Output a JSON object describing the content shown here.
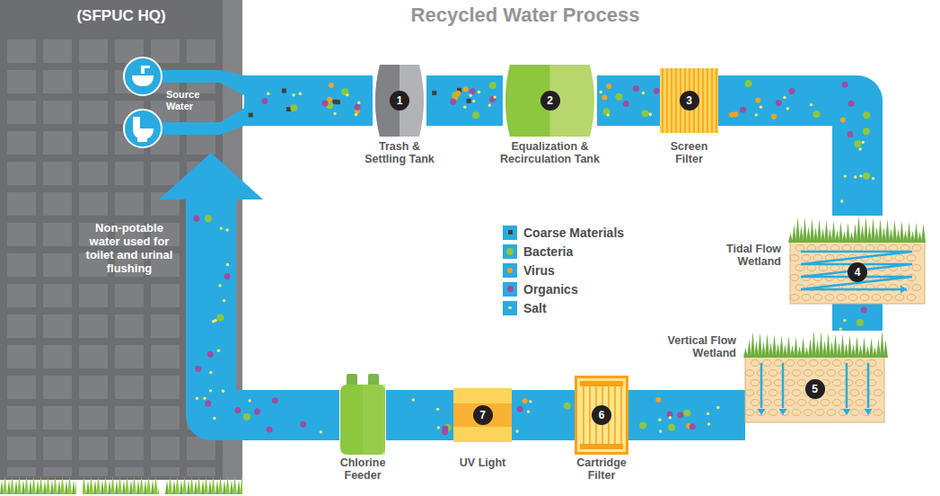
{
  "diagram": {
    "title": "Recycled Water Process",
    "nodes": [
      {
        "text": [
          "(SFPUC HQ)"
        ]
      },
      {
        "text": [
          "Source Water"
        ],
        "in": 0
      },
      {
        "text": [
          "1",
          "Trash & Settling Tank"
        ]
      },
      {
        "text": [
          "2",
          "Equalization & Recirculation Tank"
        ]
      },
      {
        "text": [
          "3",
          "Screen Filter"
        ]
      },
      {
        "text": [
          "4",
          "Tidal Flow Wetland"
        ]
      },
      {
        "text": [
          "5",
          "Vertical Flow Wetland"
        ]
      },
      {
        "text": [
          "6",
          "Cartridge Filter"
        ]
      },
      {
        "text": [
          "7",
          "UV Light"
        ]
      },
      {
        "text": [
          "Chlorine Feeder"
        ]
      }
    ],
    "edges": [
      {
        "from": 1,
        "to": 2,
        "arrow": "none"
      },
      {
        "from": 2,
        "to": 3,
        "arrow": "none"
      },
      {
        "from": 3,
        "to": 4,
        "arrow": "none"
      },
      {
        "from": 4,
        "to": 5,
        "arrow": "none"
      },
      {
        "from": 5,
        "to": 6,
        "arrow": "none"
      },
      {
        "from": 6,
        "to": 7,
        "arrow": "none"
      },
      {
        "from": 7,
        "to": 8,
        "arrow": "none"
      },
      {
        "from": 8,
        "to": 9,
        "arrow": "none"
      },
      {
        "from": 9,
        "to": 1,
        "arrow": "to"
      }
    ],
    "labels": [
      "Non-potable water used for toilet and urinal flushing"
    ],
    "legend": [
      {
        "text": "Coarse Materials",
        "color": "#414042"
      },
      {
        "text": "Bacteria",
        "color": "#8dc63f"
      },
      {
        "text": "Virus",
        "color": "#f7a21b"
      },
      {
        "text": "Organics",
        "color": "#9e4e9e"
      },
      {
        "text": "Salt",
        "color": "#f6ec6c"
      }
    ]
  }
}
